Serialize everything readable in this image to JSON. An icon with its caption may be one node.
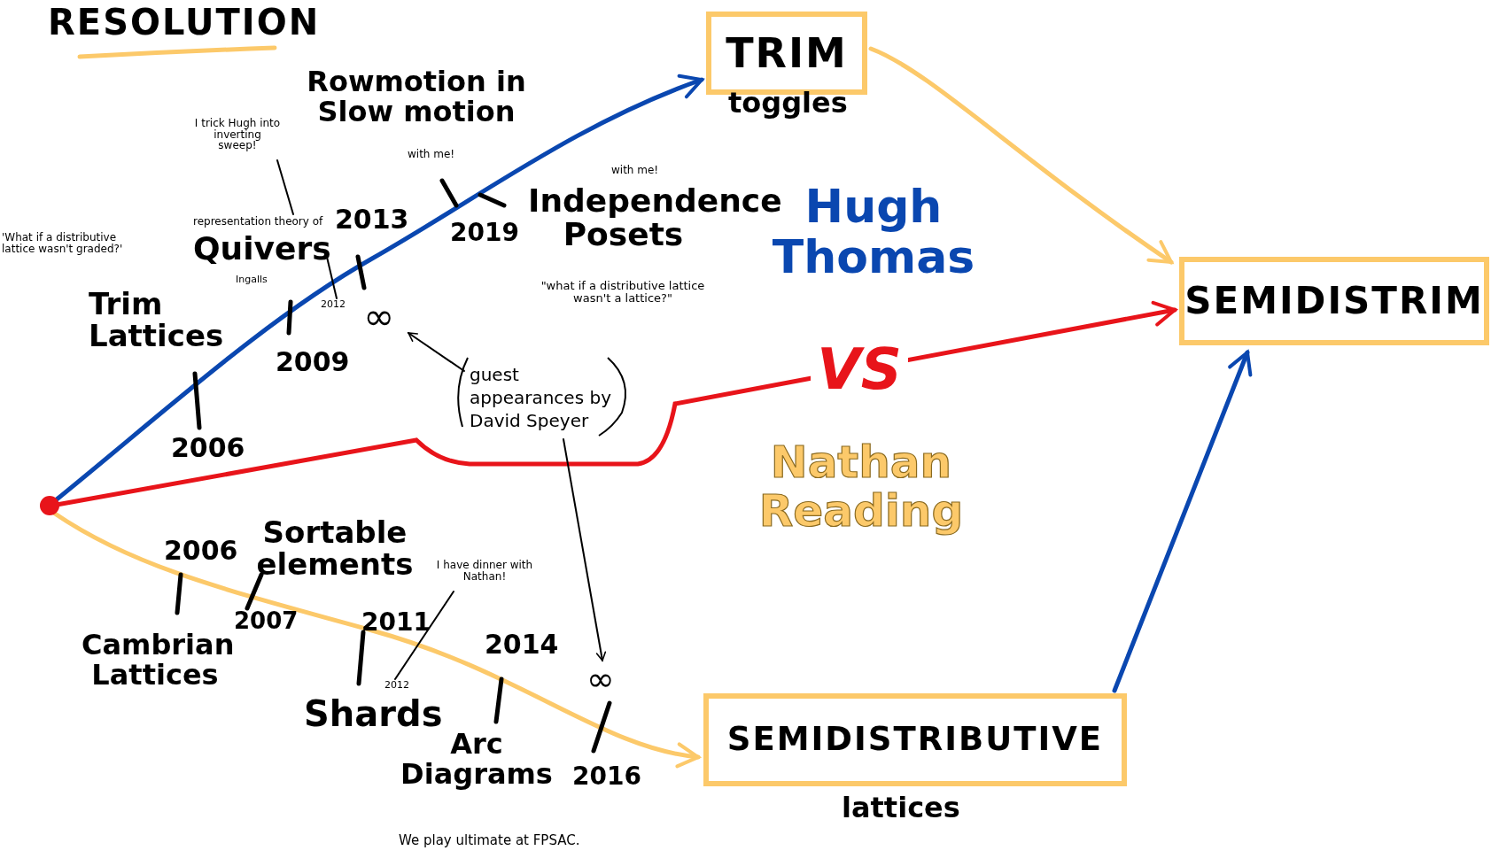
{
  "diagram": {
    "title": "RESOLUTION",
    "nodes": [
      {
        "text": [
          "TRIM"
        ],
        "beside": [
          "toggles"
        ]
      },
      {
        "text": [
          "SEMIDISTRIM"
        ]
      },
      {
        "text": [
          "SEMIDISTRIBUTIVE"
        ],
        "beside": [
          "lattices"
        ]
      },
      {
        "text": [],
        "shape": "circle"
      },
      {
        "text": [
          "guest appearances by David Speyer"
        ]
      },
      {
        "text": [
          "∞"
        ]
      },
      {
        "text": [
          "∞"
        ]
      },
      {
        "text": [
          "I trick Hugh into inverting sweep!"
        ]
      },
      {
        "text": [
          "representation theory of",
          "Quivers",
          "Ingalls"
        ]
      },
      {
        "text": [
          "2012"
        ]
      },
      {
        "text": [
          "I have dinner with Nathan!"
        ]
      },
      {
        "text": [
          "2012"
        ]
      }
    ],
    "edges": [
      {
        "from": 3,
        "to": 0,
        "arrow": "to",
        "style": "thick",
        "color": "#0a47b0"
      },
      {
        "from": 3,
        "to": 2,
        "arrow": "to",
        "style": "thick",
        "color": "#fcc96a"
      },
      {
        "from": 0,
        "to": 1,
        "arrow": "to",
        "style": "thick",
        "color": "#fcc96a"
      },
      {
        "from": 2,
        "to": 1,
        "arrow": "to",
        "style": "thick",
        "color": "#0a47b0"
      },
      {
        "from": 3,
        "to": 1,
        "arrow": "to",
        "style": "thick",
        "color": "#e8141a",
        "label": "VS"
      },
      {
        "from": 4,
        "to": 5,
        "arrow": "to",
        "color": "#000000"
      },
      {
        "from": 4,
        "to": 6,
        "arrow": "to",
        "color": "#000000"
      },
      {
        "from": 7,
        "to": 8,
        "arrow": "none",
        "color": "#000000"
      },
      {
        "from": 9,
        "to": 8,
        "arrow": "none",
        "color": "#000000"
      },
      {
        "from": 10,
        "to": 11,
        "arrow": "none",
        "color": "#000000"
      }
    ],
    "labels": [
      "2006",
      "Trim Lattices",
      "'What if a distributive lattice wasn't graded?'",
      "2009",
      "2013",
      "Rowmotion in Slow motion",
      "with me!",
      "2019",
      "with me!",
      "Independence Posets",
      "\"what if a distributive lattice wasn't a lattice?\"",
      "Hugh Thomas",
      "Nathan Reading",
      "2006",
      "Sortable elements",
      "2007",
      "Cambrian Lattices",
      "2011",
      "Shards",
      "2014",
      "Arc Diagrams",
      "2016",
      "We play ultimate at FPSAC."
    ]
  }
}
